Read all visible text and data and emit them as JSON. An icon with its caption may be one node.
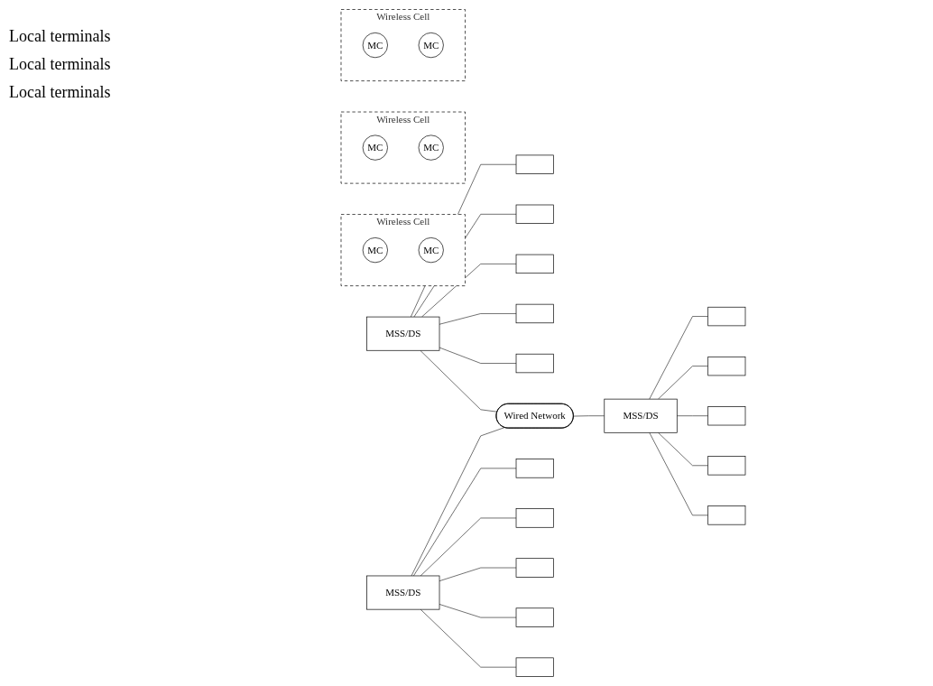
{
  "diagram": {
    "nodes": [
      {
        "text": [
          "Wireless Cell"
        ]
      },
      {
        "text": [
          "MC"
        ],
        "in": 0
      },
      {
        "text": [
          "MC"
        ],
        "in": 0
      },
      {
        "text": [
          "Wireless Cell"
        ]
      },
      {
        "text": [
          "MC"
        ],
        "in": 3
      },
      {
        "text": [
          "MC"
        ],
        "in": 3
      },
      {
        "text": [
          "MSS/DS"
        ]
      },
      {
        "text": [],
        "shape": "box"
      },
      {
        "text": [],
        "shape": "box"
      },
      {
        "text": [],
        "shape": "box"
      },
      {
        "text": [],
        "shape": "box"
      },
      {
        "text": [],
        "shape": "box"
      },
      {
        "text": [
          "MSS/DS"
        ]
      },
      {
        "text": [],
        "shape": "box"
      },
      {
        "text": [],
        "shape": "box"
      },
      {
        "text": [],
        "shape": "box"
      },
      {
        "text": [],
        "shape": "box"
      },
      {
        "text": [],
        "shape": "box"
      },
      {
        "text": [
          "Wired Network"
        ]
      },
      {
        "text": [
          "MSS/DS"
        ]
      },
      {
        "text": [],
        "shape": "box"
      },
      {
        "text": [],
        "shape": "box"
      },
      {
        "text": [],
        "shape": "box"
      },
      {
        "text": [],
        "shape": "box"
      },
      {
        "text": [],
        "shape": "box"
      },
      {
        "text": [
          "Wireless Cell"
        ]
      },
      {
        "text": [
          "MC"
        ],
        "in": 25
      },
      {
        "text": [
          "MC"
        ],
        "in": 25
      }
    ],
    "edges": [
      {
        "from": 6,
        "to": 7,
        "arrow": "none"
      },
      {
        "from": 6,
        "to": 8,
        "arrow": "none"
      },
      {
        "from": 6,
        "to": 9,
        "arrow": "none"
      },
      {
        "from": 6,
        "to": 10,
        "arrow": "none"
      },
      {
        "from": 6,
        "to": 11,
        "arrow": "none"
      },
      {
        "from": 6,
        "to": 18,
        "arrow": "none"
      },
      {
        "from": 12,
        "to": 18,
        "arrow": "none"
      },
      {
        "from": 12,
        "to": 13,
        "arrow": "none"
      },
      {
        "from": 12,
        "to": 14,
        "arrow": "none"
      },
      {
        "from": 12,
        "to": 15,
        "arrow": "none"
      },
      {
        "from": 12,
        "to": 16,
        "arrow": "none"
      },
      {
        "from": 12,
        "to": 17,
        "arrow": "none"
      },
      {
        "from": 18,
        "to": 19,
        "arrow": "none"
      },
      {
        "from": 19,
        "to": 20,
        "arrow": "none"
      },
      {
        "from": 19,
        "to": 21,
        "arrow": "none"
      },
      {
        "from": 19,
        "to": 22,
        "arrow": "none"
      },
      {
        "from": 19,
        "to": 23,
        "arrow": "none"
      },
      {
        "from": 19,
        "to": 24,
        "arrow": "none"
      }
    ],
    "labels": [
      "Local terminals",
      "Local terminals",
      "Local terminals"
    ]
  }
}
